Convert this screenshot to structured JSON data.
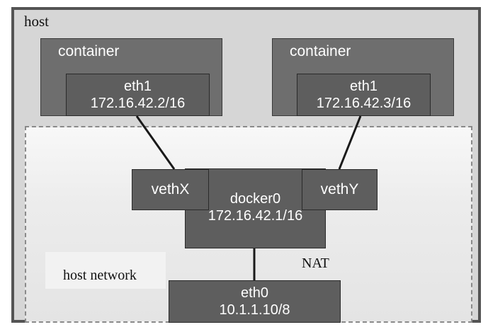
{
  "host": {
    "label": "host"
  },
  "containers": [
    {
      "label": "container",
      "interface": {
        "name": "eth1",
        "ip": "172.16.42.2/16"
      }
    },
    {
      "label": "container",
      "interface": {
        "name": "eth1",
        "ip": "172.16.42.3/16"
      }
    }
  ],
  "bridge": {
    "name": "docker0",
    "ip": "172.16.42.1/16",
    "veth_left": "vethX",
    "veth_right": "vethY"
  },
  "host_network": {
    "label": "host network",
    "nat_label": "NAT",
    "interface": {
      "name": "eth0",
      "ip": "10.1.1.10/8"
    }
  },
  "colors": {
    "host_background": "#d6d6d6",
    "host_border": "#545454",
    "container_fill": "#6e6e6e",
    "interface_fill": "#5e5e5e",
    "connector": "#1a1a1a"
  }
}
